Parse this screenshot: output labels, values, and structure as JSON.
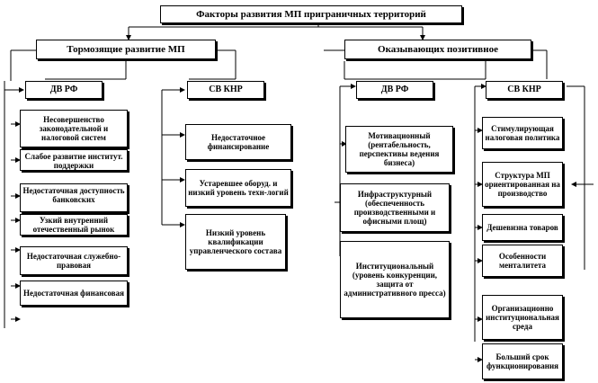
{
  "title": "Факторы развития МП приграничных территорий",
  "left_branch": {
    "label": "Тормозящие развитие МП",
    "dv_rf": {
      "label": "ДВ РФ",
      "items": [
        "Несовершенство законодательной и налоговой систем",
        "Слабое развитие институт. поддержки",
        "Недостаточная доступность банковских",
        "Узкий внутренний отечественный рынок",
        "Недостаточная служебно- правовая",
        "Недостаточная финансовая"
      ]
    },
    "sv_knr": {
      "label": "СВ КНР",
      "items": [
        "Недостаточное финансирование",
        "Устаревшее оборуд. и низкий уровень техн-логий",
        "Низкий уровень квалификации управленческого состава"
      ]
    }
  },
  "right_branch": {
    "label": "Оказывающих позитивное",
    "dv_rf": {
      "label": "ДВ РФ",
      "items": [
        "Мотивационный (рентабельность, перспективы ведения бизнеса)",
        "Инфраструктурный (обеспеченность производственными и офисными площ)",
        "Институциональный (уровень конкуренции, защита от административного пресса)"
      ]
    },
    "sv_knr": {
      "label": "СВ КНР",
      "items": [
        "Стимулирующая налоговая политика",
        "Структура МП ориентированная на производство",
        "Дешевизна товаров",
        "Особенности менталитета",
        "Организационно институциональная среда",
        "Больший срок функционирования"
      ]
    }
  }
}
